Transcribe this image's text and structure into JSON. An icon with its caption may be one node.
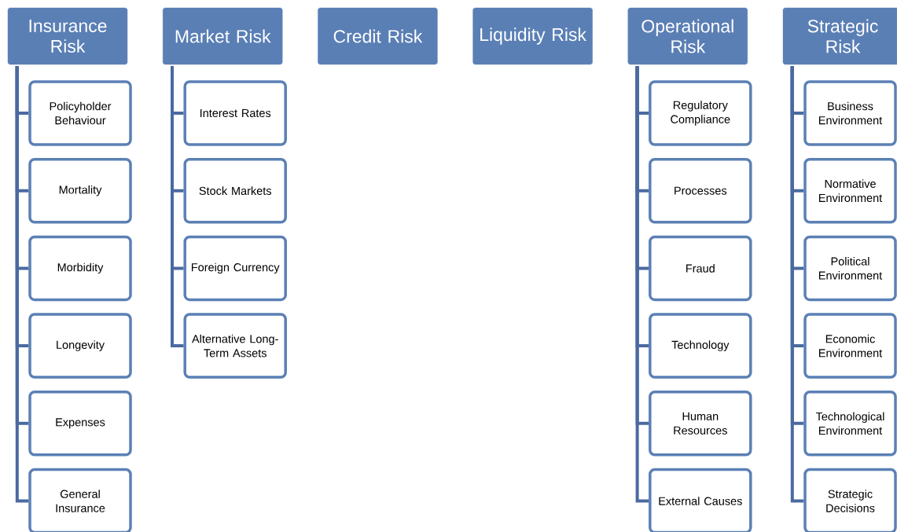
{
  "diagram": {
    "nodes": [
      {
        "text": [
          "Insurance Risk"
        ]
      },
      {
        "text": [
          "Policyholder Behaviour"
        ]
      },
      {
        "text": [
          "Mortality"
        ]
      },
      {
        "text": [
          "Morbidity"
        ]
      },
      {
        "text": [
          "Longevity"
        ]
      },
      {
        "text": [
          "Expenses"
        ]
      },
      {
        "text": [
          "General Insurance"
        ]
      },
      {
        "text": [
          "Market Risk"
        ]
      },
      {
        "text": [
          "Interest Rates"
        ]
      },
      {
        "text": [
          "Stock Markets"
        ]
      },
      {
        "text": [
          "Foreign Currency"
        ]
      },
      {
        "text": [
          "Alternative Long-Term Assets"
        ]
      },
      {
        "text": [
          "Credit Risk"
        ]
      },
      {
        "text": [
          "Liquidity Risk"
        ]
      },
      {
        "text": [
          "Operational Risk"
        ]
      },
      {
        "text": [
          "Regulatory Compliance"
        ]
      },
      {
        "text": [
          "Processes"
        ]
      },
      {
        "text": [
          "Fraud"
        ]
      },
      {
        "text": [
          "Technology"
        ]
      },
      {
        "text": [
          "Human Resources"
        ]
      },
      {
        "text": [
          "External Causes"
        ]
      },
      {
        "text": [
          "Strategic Risk"
        ]
      },
      {
        "text": [
          "Business Environment"
        ]
      },
      {
        "text": [
          "Normative Environment"
        ]
      },
      {
        "text": [
          "Political Environment"
        ]
      },
      {
        "text": [
          "Economic Environment"
        ]
      },
      {
        "text": [
          "Technological Environment"
        ]
      },
      {
        "text": [
          "Strategic Decisions"
        ]
      }
    ],
    "edges": [
      {
        "from": 0,
        "to": 1,
        "arrow": "none"
      },
      {
        "from": 0,
        "to": 2,
        "arrow": "none"
      },
      {
        "from": 0,
        "to": 3,
        "arrow": "none"
      },
      {
        "from": 0,
        "to": 4,
        "arrow": "none"
      },
      {
        "from": 0,
        "to": 5,
        "arrow": "none"
      },
      {
        "from": 0,
        "to": 6,
        "arrow": "none"
      },
      {
        "from": 7,
        "to": 8,
        "arrow": "none"
      },
      {
        "from": 7,
        "to": 9,
        "arrow": "none"
      },
      {
        "from": 7,
        "to": 10,
        "arrow": "none"
      },
      {
        "from": 7,
        "to": 11,
        "arrow": "none"
      },
      {
        "from": 14,
        "to": 15,
        "arrow": "none"
      },
      {
        "from": 14,
        "to": 16,
        "arrow": "none"
      },
      {
        "from": 14,
        "to": 17,
        "arrow": "none"
      },
      {
        "from": 14,
        "to": 18,
        "arrow": "none"
      },
      {
        "from": 14,
        "to": 19,
        "arrow": "none"
      },
      {
        "from": 14,
        "to": 20,
        "arrow": "none"
      },
      {
        "from": 21,
        "to": 22,
        "arrow": "none"
      },
      {
        "from": 21,
        "to": 23,
        "arrow": "none"
      },
      {
        "from": 21,
        "to": 24,
        "arrow": "none"
      },
      {
        "from": 21,
        "to": 25,
        "arrow": "none"
      },
      {
        "from": 21,
        "to": 26,
        "arrow": "none"
      },
      {
        "from": 21,
        "to": 27,
        "arrow": "none"
      }
    ]
  }
}
